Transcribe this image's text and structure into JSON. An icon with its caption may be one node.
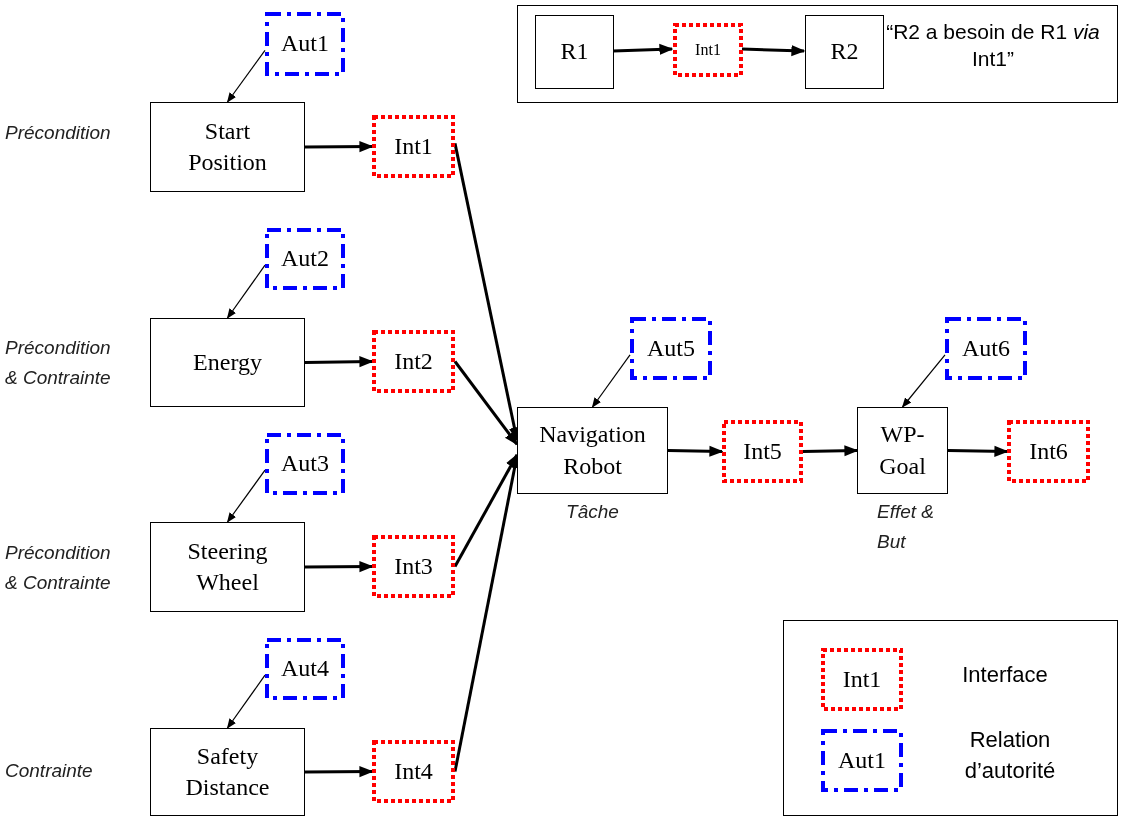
{
  "diagram": {
    "nodes": [
      {
        "text": [
          "Aut1"
        ]
      },
      {
        "text": [
          "Start Position"
        ],
        "beside": [
          "Précondition"
        ]
      },
      {
        "text": [
          "Int1"
        ]
      },
      {
        "text": [
          "Aut2"
        ]
      },
      {
        "text": [
          "Energy"
        ],
        "beside": [
          "Précondition & Contrainte"
        ]
      },
      {
        "text": [
          "Int2"
        ]
      },
      {
        "text": [
          "Aut3"
        ]
      },
      {
        "text": [
          "Steering Wheel"
        ],
        "beside": [
          "Précondition & Contrainte"
        ]
      },
      {
        "text": [
          "Int3"
        ]
      },
      {
        "text": [
          "Aut4"
        ]
      },
      {
        "text": [
          "Safety Distance"
        ],
        "beside": [
          "Contrainte"
        ]
      },
      {
        "text": [
          "Int4"
        ]
      },
      {
        "text": [
          "Aut5"
        ]
      },
      {
        "text": [
          "Navigation Robot"
        ],
        "beside": [
          "Tâche"
        ]
      },
      {
        "text": [
          "Int5"
        ]
      },
      {
        "text": [
          "Aut6"
        ]
      },
      {
        "text": [
          "WP- Goal"
        ],
        "beside": [
          "Effet & But"
        ]
      },
      {
        "text": [
          "Int6"
        ]
      },
      {
        "text": [
          "“R2 a besoin de R1 *via* Int1”"
        ]
      },
      {
        "text": [
          "R1"
        ],
        "in": 18
      },
      {
        "text": [
          "Int1"
        ],
        "in": 18
      },
      {
        "text": [
          "R2"
        ],
        "in": 18
      },
      {
        "text": [],
        "shape": "box"
      },
      {
        "text": [
          "Int1"
        ],
        "in": 22
      },
      {
        "text": [
          "Aut1"
        ],
        "in": 22
      }
    ],
    "edges": [
      {
        "from": 0,
        "to": 1,
        "arrow": "to"
      },
      {
        "from": 1,
        "to": 2,
        "arrow": "to"
      },
      {
        "from": 3,
        "to": 4,
        "arrow": "to"
      },
      {
        "from": 4,
        "to": 5,
        "arrow": "to"
      },
      {
        "from": 6,
        "to": 7,
        "arrow": "to"
      },
      {
        "from": 7,
        "to": 8,
        "arrow": "to"
      },
      {
        "from": 9,
        "to": 10,
        "arrow": "to"
      },
      {
        "from": 10,
        "to": 11,
        "arrow": "to"
      },
      {
        "from": 2,
        "to": 13,
        "arrow": "to"
      },
      {
        "from": 5,
        "to": 13,
        "arrow": "to"
      },
      {
        "from": 8,
        "to": 13,
        "arrow": "to"
      },
      {
        "from": 11,
        "to": 13,
        "arrow": "to"
      },
      {
        "from": 12,
        "to": 13,
        "arrow": "to"
      },
      {
        "from": 13,
        "to": 14,
        "arrow": "to"
      },
      {
        "from": 14,
        "to": 16,
        "arrow": "to"
      },
      {
        "from": 15,
        "to": 16,
        "arrow": "to"
      },
      {
        "from": 16,
        "to": 17,
        "arrow": "to"
      },
      {
        "from": 19,
        "to": 20,
        "arrow": "to"
      },
      {
        "from": 20,
        "to": 21,
        "arrow": "to"
      }
    ],
    "legend": [
      {
        "text": "Interface"
      },
      {
        "text": "Relation d’autorité"
      }
    ]
  }
}
